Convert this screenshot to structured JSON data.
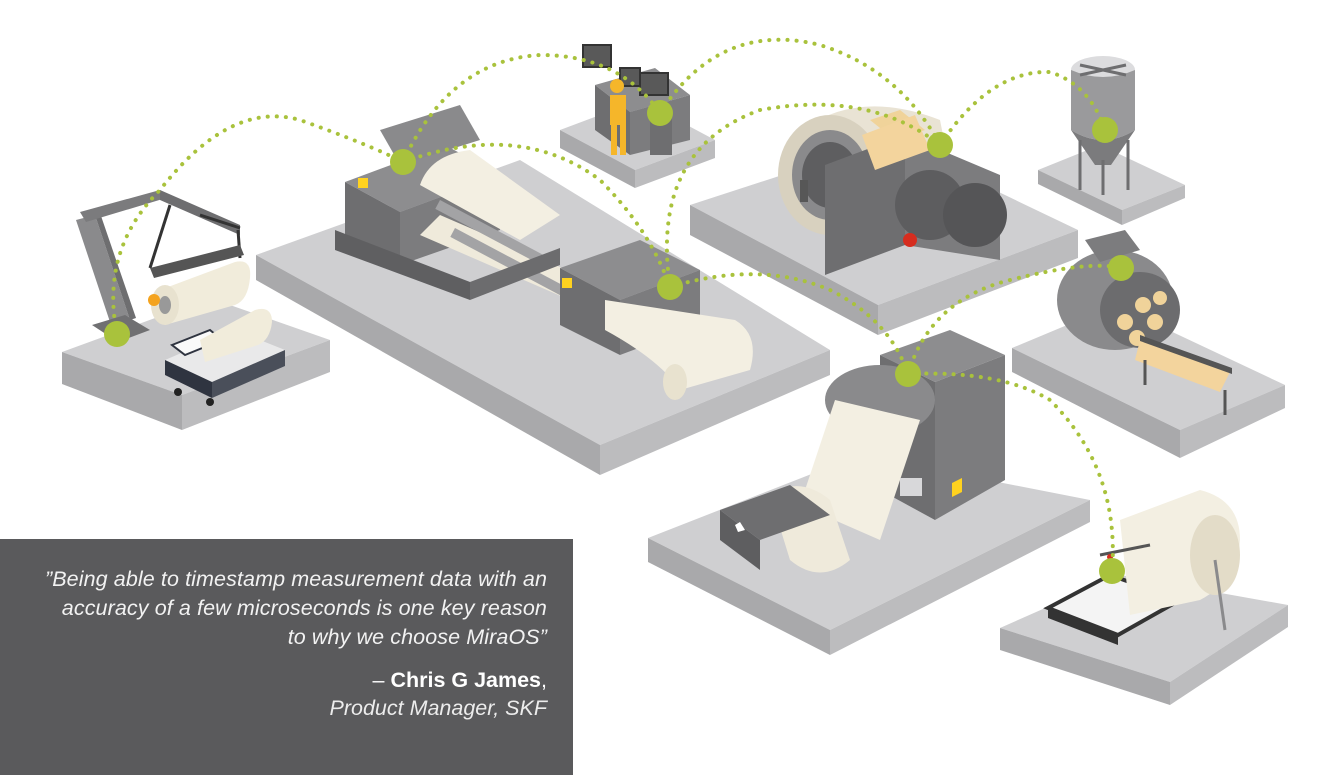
{
  "quote": {
    "text": "”Being able to timestamp measurement data with an accuracy of a few microseconds is one key reason to why we choose MiraOS”",
    "dash": "– ",
    "author": "Chris G James",
    "comma": ",",
    "role": "Product Manager, SKF"
  },
  "colors": {
    "accent": "#a9c23c",
    "platform": "#c8c8ca",
    "machine_dark": "#6e6e70",
    "paper": "#f3efe2",
    "quote_bg": "#5a5a5c"
  },
  "stations": [
    {
      "name": "robotic-arm-station",
      "icon": "robot-arm-icon"
    },
    {
      "name": "paper-machine-station",
      "icon": "paper-machine-icon"
    },
    {
      "name": "control-room-station",
      "icon": "operator-icon"
    },
    {
      "name": "debarking-drum-station",
      "icon": "drum-icon"
    },
    {
      "name": "silo-station",
      "icon": "silo-icon"
    },
    {
      "name": "chipper-station",
      "icon": "chipper-icon"
    },
    {
      "name": "winder-station",
      "icon": "winder-icon"
    },
    {
      "name": "cutter-station",
      "icon": "cutter-icon"
    }
  ]
}
